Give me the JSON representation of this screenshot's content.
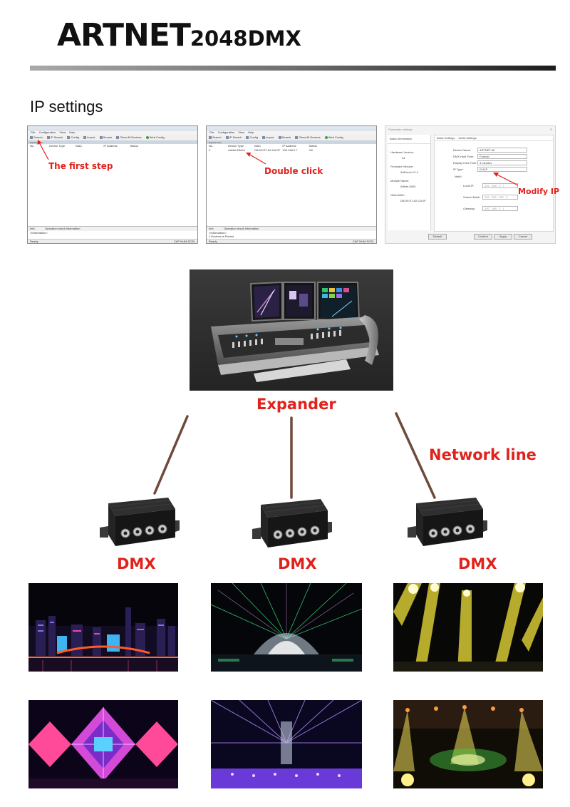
{
  "header": {
    "title_main": "ARTNET",
    "title_suffix": "2048DMX"
  },
  "section_title": "IP settings",
  "screenshots": {
    "step1": {
      "menu": [
        "File",
        "Configuration",
        "View",
        "Help"
      ],
      "toolbar": [
        "Search",
        "IP Search",
        "Config",
        "Import",
        "Search",
        "Clear All Devices",
        "Web Config"
      ],
      "panel_title": "Explorer Tree",
      "columns": [
        "No.",
        "Device Type",
        "MAC",
        "IP Address",
        "Status"
      ],
      "info_header": [
        "Info",
        "Operation result information"
      ],
      "info_line": "<Information>",
      "status_left": "Ready",
      "status_right": "CAP  NUM  SCRL",
      "annotation": "The first step"
    },
    "step2": {
      "menu": [
        "File",
        "Configuration",
        "View",
        "Help"
      ],
      "toolbar": [
        "Search",
        "IP Search",
        "Config",
        "Import",
        "Search",
        "Clear All Devices",
        "Web Config"
      ],
      "panel_title": "Explorer Tree",
      "columns": [
        "No.",
        "Device Type",
        "MAC",
        "IP Address",
        "Status"
      ],
      "row": [
        "0",
        "ArtNet-DMX4",
        "D8:D9:E7:A2:CA:0F",
        "192.168.2.7",
        "OK"
      ],
      "info_header": [
        "Info",
        "Operation result information"
      ],
      "info_line": "<Information>",
      "info_line2": "1 Devices is Finded",
      "status_left": "Ready",
      "status_right": "CAP  NUM  SCRL",
      "annotation": "Double click"
    },
    "step3": {
      "window_title": "Parameter settings",
      "left_panel": {
        "heading": "Basic Information",
        "items": [
          {
            "label": "Hardware Version:",
            "value": "A1"
          },
          {
            "label": "Firmware Version:",
            "value": "ArtDmx4-V1.4"
          },
          {
            "label": "Module Name:",
            "value": "ArtNet-DMX"
          },
          {
            "label": "NetId MAC:",
            "value": "D8:D9:E7:A2:CA:0F"
          }
        ]
      },
      "tabs": [
        "Basic Settings",
        "NetId Settings"
      ],
      "fields": [
        {
          "label": "Device Name:",
          "value": "ARTNET-4K"
        },
        {
          "label": "DMX Hold Time:",
          "value": "Forever"
        },
        {
          "label": "Display Hold Time:",
          "value": "3 minutes"
        },
        {
          "label": "IP Type:",
          "value": "DHCP"
        }
      ],
      "netid_label": "NetId",
      "ip_fields": [
        {
          "label": "Local IP:",
          "value": "192 . 168 . 2 . 7"
        },
        {
          "label": "Subnet Mask:",
          "value": "255 . 255 . 255 . 0"
        },
        {
          "label": "Gateway:",
          "value": "192 . 168 . 2 . 1"
        }
      ],
      "buttons": {
        "default": "Default",
        "confirm": "Confirm",
        "apply": "Apply",
        "cancel": "Cancel"
      },
      "annotation": "Modify IP"
    }
  },
  "diagram": {
    "expander_label": "Expander",
    "network_line_label": "Network line",
    "dmx_labels": [
      "DMX",
      "DMX",
      "DMX"
    ]
  }
}
